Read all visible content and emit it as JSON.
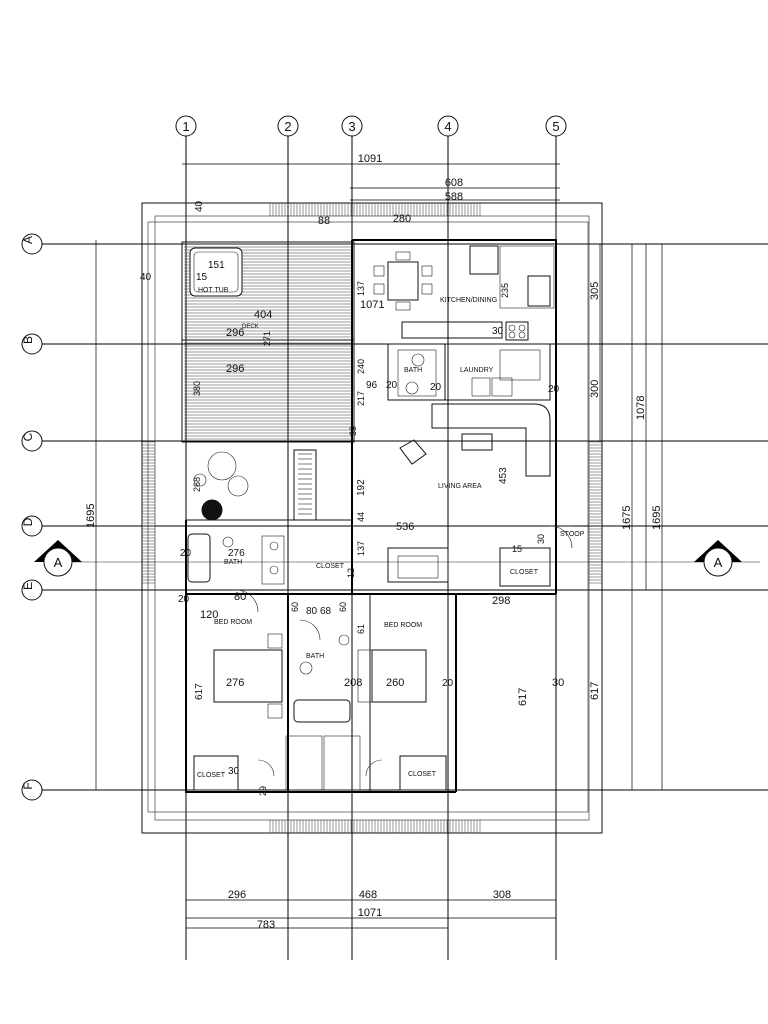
{
  "grid": {
    "columns": [
      "1",
      "2",
      "3",
      "4",
      "5"
    ],
    "rows": [
      "A",
      "B",
      "C",
      "D",
      "E",
      "F"
    ]
  },
  "section_marker": "A",
  "rooms": {
    "hot_tub": "HOT TUB",
    "deck": "DECK",
    "kitchen": "KITCHEN/DINING",
    "bath_top": "BATH",
    "laundry": "LAUNDRY",
    "living": "LIVING AREA",
    "bath_left": "BATH",
    "closet_mid": "CLOSET",
    "stoop": "STOOP",
    "closet_right_top": "CLOSET",
    "bedroom_left": "BED ROOM",
    "bedroom_right": "BED ROOM",
    "bath_center": "BATH",
    "closet_bl": "CLOSET",
    "closet_br": "CLOSET"
  },
  "dims": {
    "top_1091": "1091",
    "top_608": "608",
    "top_588": "588",
    "top_280": "280",
    "top_88": "88",
    "left_40a": "40",
    "left_40b": "40",
    "tub_151": "151",
    "tub_15": "15",
    "deck_404": "404",
    "deck_296a": "296",
    "deck_296b": "296",
    "deck_271": "271",
    "v_1071": "1071",
    "v_137": "137",
    "v_235": "235",
    "v_305": "305",
    "v_300": "300",
    "v_1078": "1078",
    "v_1695l": "1695",
    "v_1695r": "1695",
    "v_1675": "1675",
    "v_617l": "617",
    "v_617m": "617",
    "v_617r": "617",
    "v_453": "453",
    "v_192": "192",
    "v_380": "380",
    "v_268": "268",
    "v_39": "39",
    "v_217": "217",
    "v_240": "240",
    "v_44": "44",
    "v_137b": "137",
    "v_12": "12",
    "v_60a": "60",
    "v_60b": "60",
    "v_61": "61",
    "h_30a": "30",
    "h_96": "96",
    "h_20a": "20",
    "h_20b": "20",
    "h_20c": "20",
    "h_20d": "20",
    "h_20e": "20",
    "h_30b": "30",
    "h_30c": "30",
    "h_536": "536",
    "h_276a": "276",
    "h_276b": "276",
    "h_260": "260",
    "h_208": "208",
    "h_120": "120",
    "h_80": "80",
    "h_68": "68",
    "h_80b": "80",
    "h_298": "298",
    "h_15": "15",
    "h_30d": "30",
    "bottom_296": "296",
    "bottom_468": "468",
    "bottom_308": "308",
    "bottom_1071": "1071",
    "bottom_783": "783",
    "bottom_29": "29"
  }
}
